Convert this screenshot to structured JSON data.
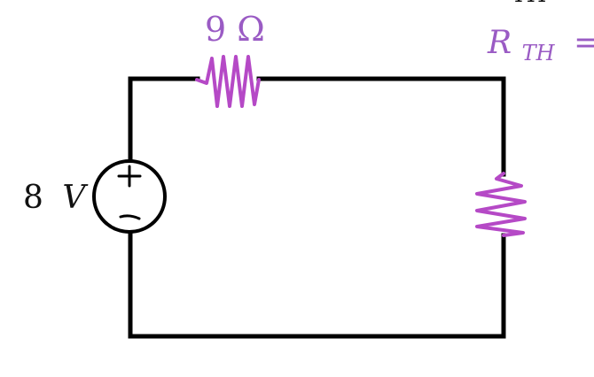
{
  "colors": {
    "wire": "#000000",
    "resistor": "#b549c6",
    "label": "#9a5bc4",
    "text": "#111111"
  },
  "labels": {
    "resistor_value": "9 Ω",
    "source_value": "8",
    "source_unit": "V",
    "rth_symbol": "R",
    "rth_subscript": "TH",
    "rth_equals": "=",
    "top_fragment": "TH"
  },
  "source": {
    "plus_symbol": "+",
    "minus_symbol": "−"
  }
}
